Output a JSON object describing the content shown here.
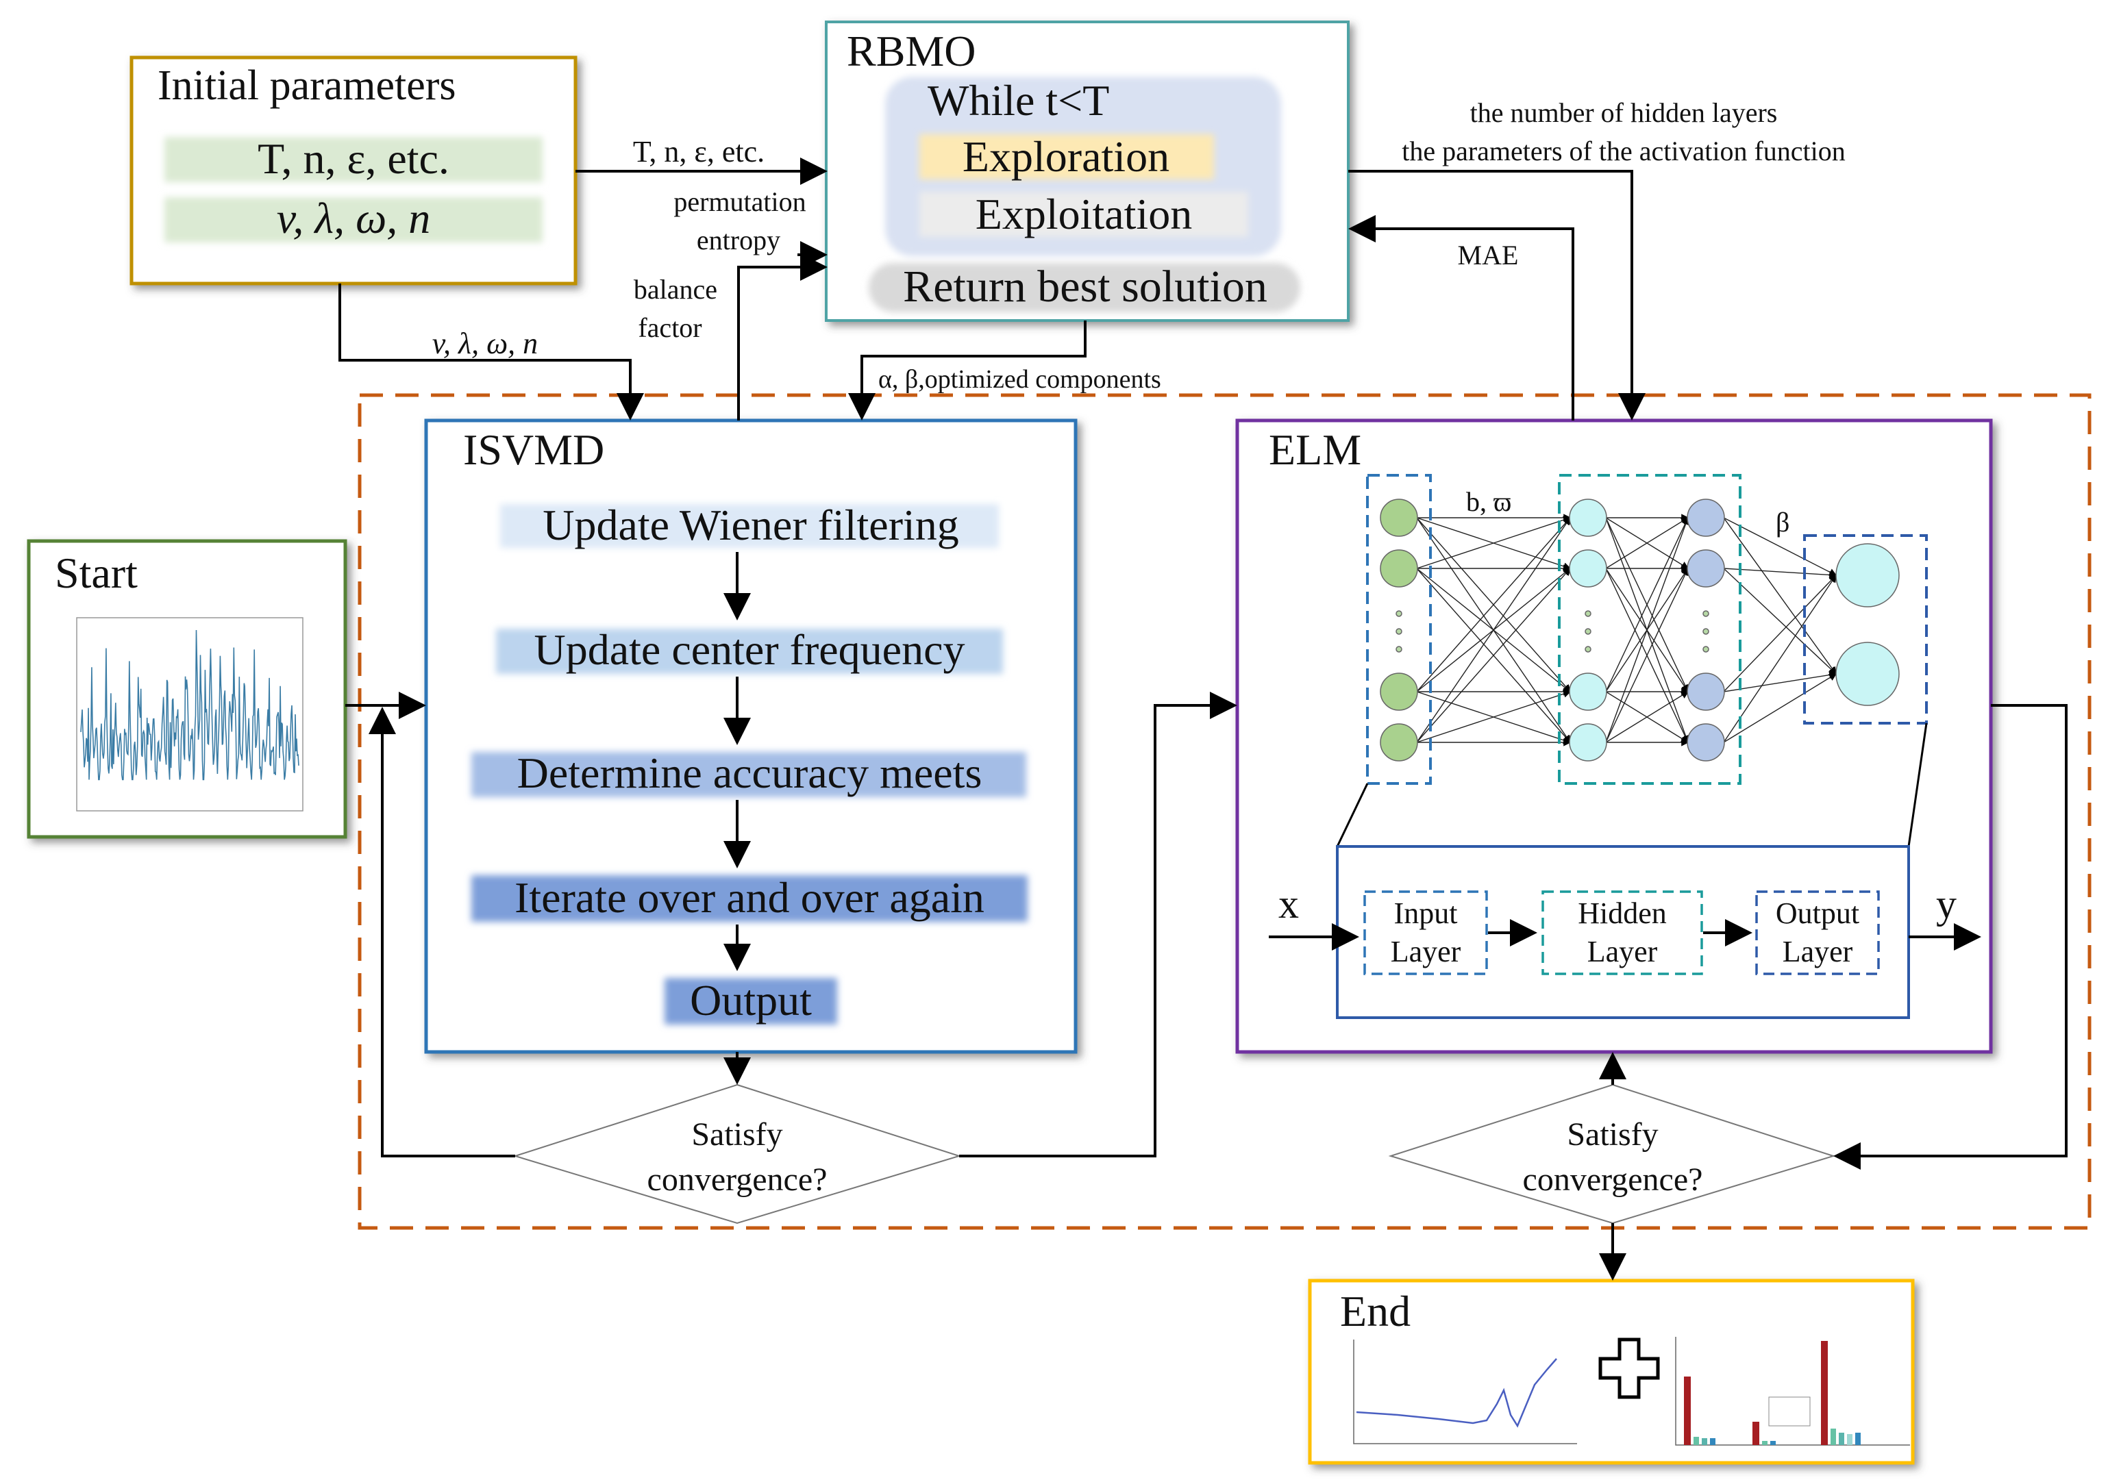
{
  "colors": {
    "dashed_outer": "#c55a11",
    "isvmd_border": "#2e75b6",
    "elm_border": "#7030a0",
    "init_border": "#bf9000",
    "start_border": "#548235",
    "rbmo_border": "#4fa3a5",
    "end_border": "#ffc000",
    "param_fill": "#dbead3",
    "exploration_fill": "#fde9b4",
    "exploitation_fill": "#ececec",
    "while_fill": "#d9e1f2",
    "input_node": "#a9d18e",
    "hidden_node": "#c9f5f5",
    "hidden_node2": "#b4c7e7",
    "output_node": "#c9f5f5"
  },
  "init": {
    "title": "Initial parameters",
    "row1": "T, n, ε, etc.",
    "row2": "v, λ, ω, n"
  },
  "rbmo": {
    "title": "RBMO",
    "while": "While t<T",
    "exploration": "Exploration",
    "exploitation": "Exploitation",
    "return": "Return best solution"
  },
  "labels": {
    "t_params": "T, n, ε, etc.",
    "permutation": "permutation",
    "entropy": "entropy",
    "balance": "balance",
    "factor": "factor",
    "v_params": "v, λ, ω, n",
    "alpha_beta": "α, β,optimized components",
    "hidden_layers": "the number of hidden layers",
    "activation": "the parameters of the activation function",
    "mae": "MAE"
  },
  "start": {
    "title": "Start"
  },
  "isvmd": {
    "title": "ISVMD",
    "steps": [
      "Update Wiener filtering",
      "Update center frequency",
      "Determine accuracy meets",
      "Iterate over and over again",
      "Output"
    ]
  },
  "elm": {
    "title": "ELM",
    "b_label": "b, ϖ",
    "beta_label": "β",
    "x": "x",
    "y": "y",
    "input_layer": [
      "Input",
      "Layer"
    ],
    "hidden_layer": [
      "Hidden",
      "Layer"
    ],
    "output_layer": [
      "Output",
      "Layer"
    ]
  },
  "decision": {
    "left": [
      "Satisfy",
      "convergence?"
    ],
    "right": [
      "Satisfy",
      "convergence?"
    ]
  },
  "end": {
    "title": "End"
  }
}
